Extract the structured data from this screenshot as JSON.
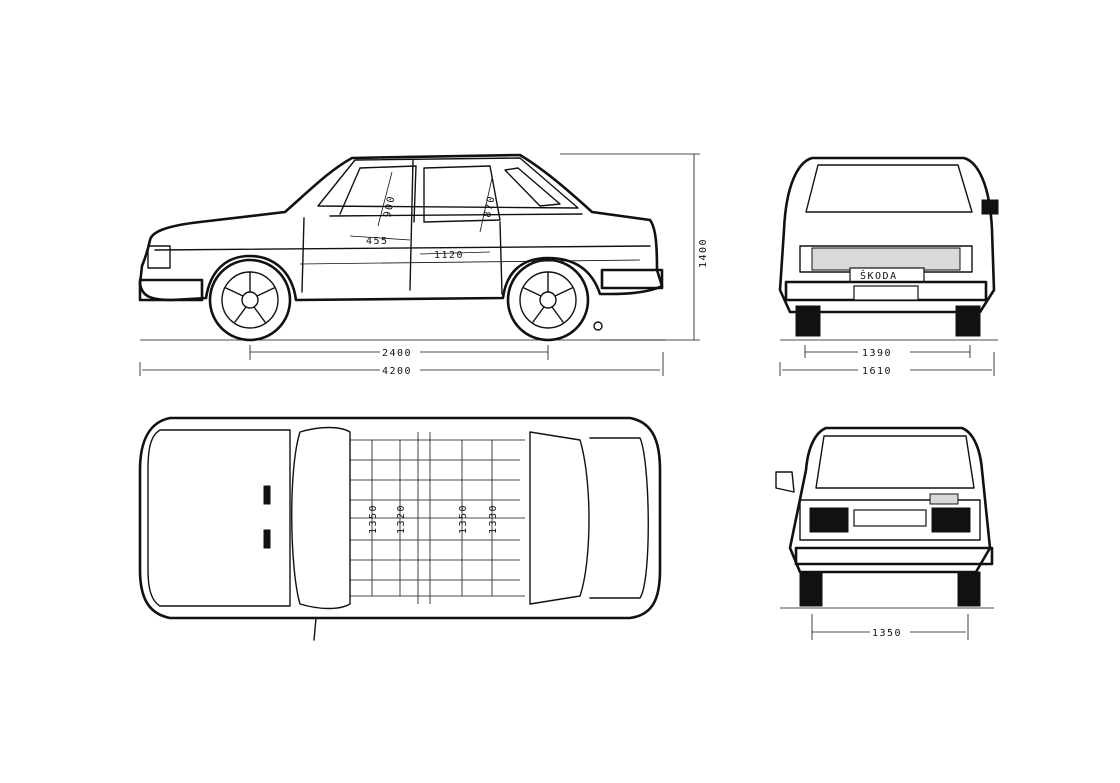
{
  "dimensions": {
    "side_view": {
      "wheelbase": "2400",
      "overall_length": "4200",
      "overall_height": "1400",
      "front_legroom": "900",
      "rear_legroom": "870",
      "front_seat": "455",
      "interior_length": "1120"
    },
    "front_view": {
      "front_track": "1390",
      "overall_width": "1610"
    },
    "top_view": {
      "front_shoulder": "1350",
      "front_width": "1320",
      "rear_shoulder": "1350",
      "rear_width": "1330"
    },
    "rear_view": {
      "rear_track": "1350"
    }
  },
  "badges": {
    "grille_badge": "ŠKODA"
  }
}
